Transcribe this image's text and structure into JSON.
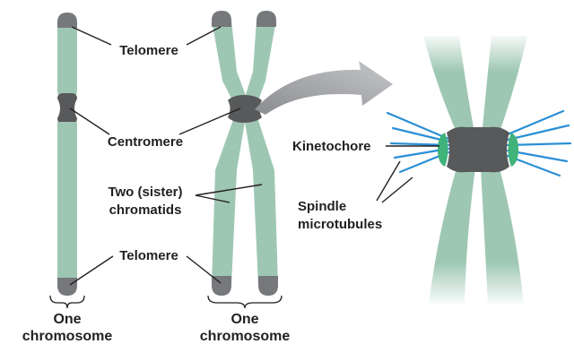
{
  "labels": {
    "telomere_top": "Telomere",
    "centromere": "Centromere",
    "sister_chromatids_line1": "Two (sister)",
    "sister_chromatids_line2": "chromatids",
    "telomere_bottom": "Telomere",
    "one_chromosome_left_line1": "One",
    "one_chromosome_left_line2": "chromosome",
    "one_chromosome_right_line1": "One",
    "one_chromosome_right_line2": "chromosome",
    "kinetochore": "Kinetochore",
    "spindle_line1": "Spindle",
    "spindle_line2": "microtubules"
  },
  "colors": {
    "chromatid": "#9ec7b3",
    "telomere_cap": "#77787b",
    "centromere": "#58595b",
    "kinetochore": "#3fb37a",
    "microtubule": "#2b8fd6",
    "arrow": "#a7a9ac",
    "text": "#231f20"
  }
}
